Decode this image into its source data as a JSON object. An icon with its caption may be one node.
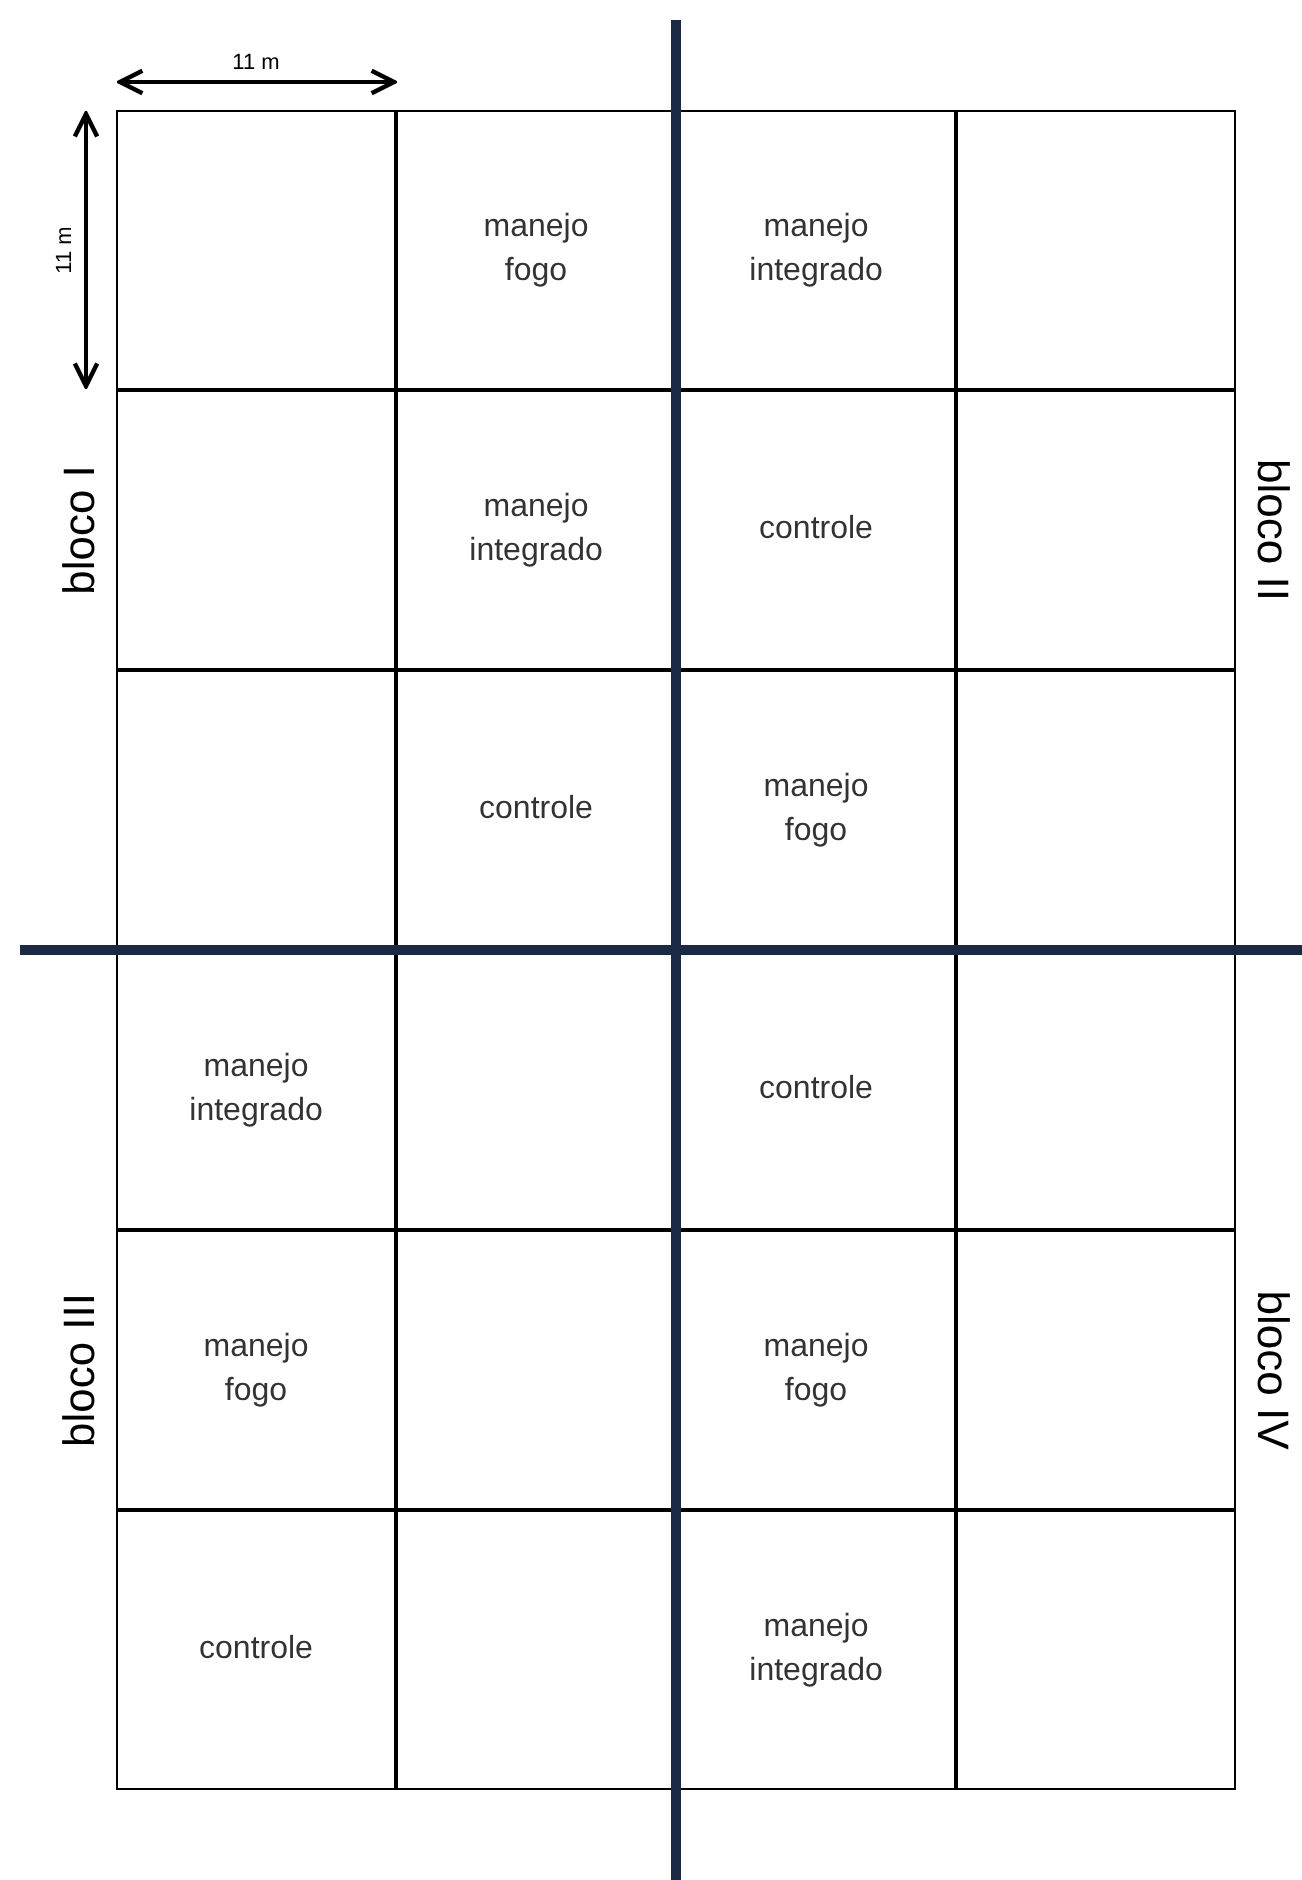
{
  "diagram": {
    "nodes": [
      {
        "text": [],
        "shape": "box"
      },
      {
        "text": [
          "manejo fogo"
        ]
      },
      {
        "text": [
          "manejo integrado"
        ]
      },
      {
        "text": [],
        "shape": "box"
      },
      {
        "text": [],
        "shape": "box"
      },
      {
        "text": [
          "manejo integrado"
        ]
      },
      {
        "text": [
          "controle"
        ]
      },
      {
        "text": [],
        "shape": "box"
      },
      {
        "text": [],
        "shape": "box"
      },
      {
        "text": [
          "controle"
        ]
      },
      {
        "text": [
          "manejo fogo"
        ]
      },
      {
        "text": [],
        "shape": "box"
      },
      {
        "text": [
          "manejo integrado"
        ]
      },
      {
        "text": [],
        "shape": "box"
      },
      {
        "text": [
          "controle"
        ]
      },
      {
        "text": [],
        "shape": "box"
      },
      {
        "text": [
          "manejo fogo"
        ]
      },
      {
        "text": [],
        "shape": "box"
      },
      {
        "text": [
          "manejo fogo"
        ]
      },
      {
        "text": [],
        "shape": "box"
      },
      {
        "text": [
          "controle"
        ]
      },
      {
        "text": [],
        "shape": "box"
      },
      {
        "text": [
          "manejo integrado"
        ]
      },
      {
        "text": [],
        "shape": "box"
      }
    ],
    "labels": [
      "11 m",
      "11 m",
      "bloco I",
      "bloco II",
      "bloco III",
      "bloco IV"
    ]
  }
}
